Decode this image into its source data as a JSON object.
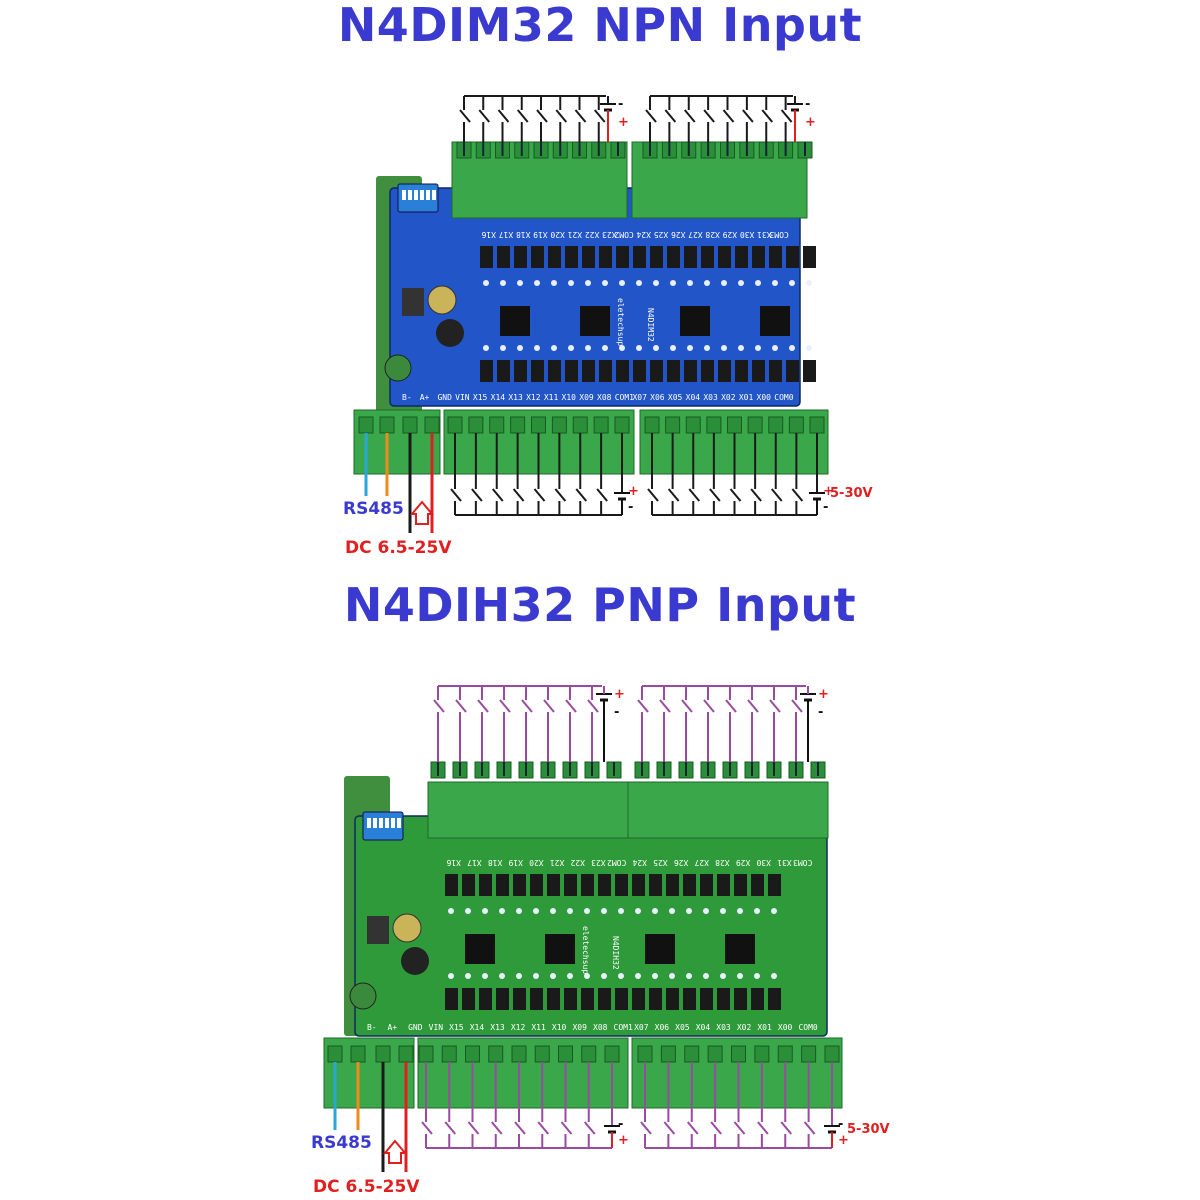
{
  "panels": [
    {
      "id": "npn",
      "title": "N4DIM32 NPN Input",
      "board_text": "N4DIM32",
      "brand_text": "eletechsup",
      "board_color": "#2255c8",
      "wire_color": "#1a1a1a",
      "labels": {
        "rs485": "RS485",
        "dc_power": "DC 6.5-25V",
        "input_voltage": "5-30V"
      },
      "top_terminals": [
        "X16",
        "X17",
        "X18",
        "X19",
        "X20",
        "X21",
        "X22",
        "X23",
        "COM2",
        "X24",
        "X25",
        "X26",
        "X27",
        "X28",
        "X29",
        "X30",
        "X31",
        "COM3"
      ],
      "bottom_terminals": [
        "B-",
        "A+",
        "GND",
        "VIN",
        "X15",
        "X14",
        "X13",
        "X12",
        "X11",
        "X10",
        "X09",
        "X08",
        "COM1",
        "X07",
        "X06",
        "X05",
        "X04",
        "X03",
        "X02",
        "X01",
        "X00",
        "COM0"
      ]
    },
    {
      "id": "pnp",
      "title": "N4DIH32 PNP Input",
      "board_text": "N4DIH32",
      "brand_text": "eletechsup",
      "board_color": "#2f9a3a",
      "wire_color": "#9a4aa0",
      "labels": {
        "rs485": "RS485",
        "dc_power": "DC 6.5-25V",
        "input_voltage": "5-30V"
      },
      "top_terminals": [
        "X16",
        "X17",
        "X18",
        "X19",
        "X20",
        "X21",
        "X22",
        "X23",
        "COM2",
        "X24",
        "X25",
        "X26",
        "X27",
        "X28",
        "X29",
        "X30",
        "X31",
        "COM3"
      ],
      "bottom_terminals": [
        "B-",
        "A+",
        "GND",
        "VIN",
        "X15",
        "X14",
        "X13",
        "X12",
        "X11",
        "X10",
        "X09",
        "X08",
        "COM1",
        "X07",
        "X06",
        "X05",
        "X04",
        "X03",
        "X02",
        "X01",
        "X00",
        "COM0"
      ]
    }
  ],
  "colors": {
    "title": "#3a3ad0",
    "terminal_block": "#3aa84a",
    "din_rail": "#3f8f3f",
    "rs485_wire_a": "#2aa7d8",
    "rs485_wire_b": "#f08a1a",
    "power_pos": "#e02020",
    "power_neg": "#1a1a1a"
  }
}
